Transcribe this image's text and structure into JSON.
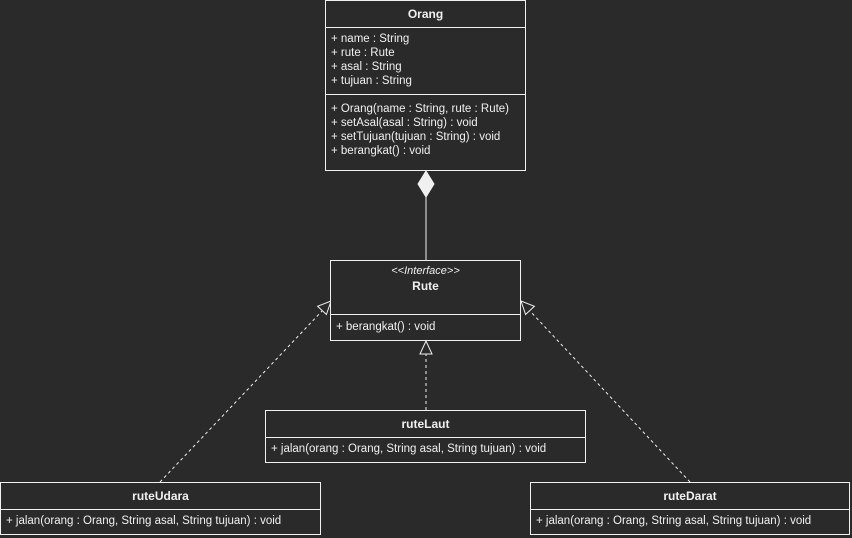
{
  "classes": {
    "orang": {
      "name": "Orang",
      "attributes": [
        "+ name : String",
        "+ rute : Rute",
        "+ asal : String",
        "+ tujuan : String"
      ],
      "methods": [
        "+ Orang(name : String, rute : Rute)",
        "+ setAsal(asal : String) : void",
        "+ setTujuan(tujuan : String) : void",
        "+ berangkat() : void"
      ]
    },
    "rute": {
      "stereotype": "<<Interface>>",
      "name": "Rute",
      "methods": [
        "+ berangkat() : void"
      ]
    },
    "rute_laut": {
      "name": "ruteLaut",
      "methods": [
        "+ jalan(orang : Orang, String asal, String tujuan) : void"
      ]
    },
    "rute_udara": {
      "name": "ruteUdara",
      "methods": [
        "+ jalan(orang : Orang, String asal, String tujuan) : void"
      ]
    },
    "rute_darat": {
      "name": "ruteDarat",
      "methods": [
        "+ jalan(orang : Orang, String asal, String tujuan) : void"
      ]
    }
  },
  "relationships": [
    {
      "type": "composition",
      "from": "rute",
      "to": "orang"
    },
    {
      "type": "realization",
      "from": "rute_laut",
      "to": "rute"
    },
    {
      "type": "realization",
      "from": "rute_udara",
      "to": "rute"
    },
    {
      "type": "realization",
      "from": "rute_darat",
      "to": "rute"
    }
  ],
  "colors": {
    "background": "#2a2a2a",
    "stroke": "#f0f0f0",
    "text": "#f0f0f0"
  }
}
